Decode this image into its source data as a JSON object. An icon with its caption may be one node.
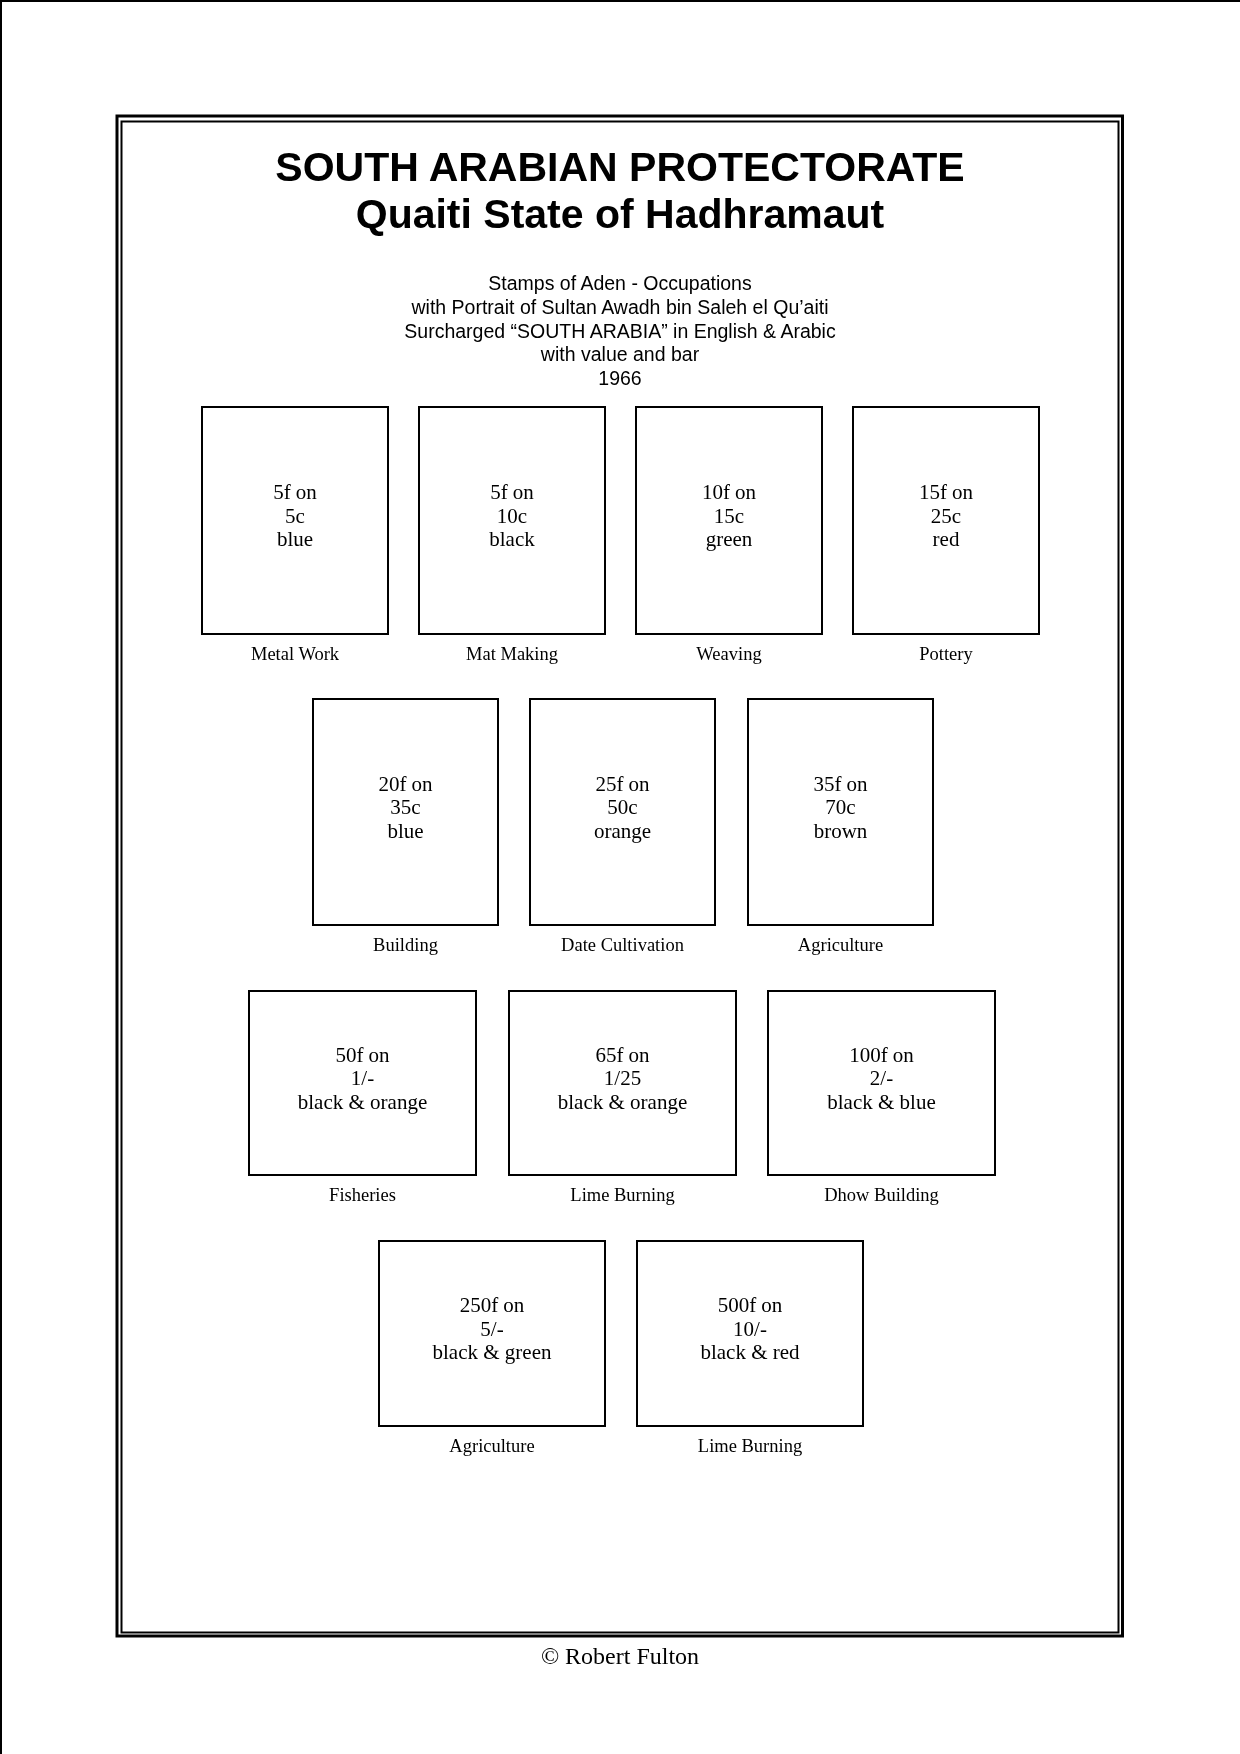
{
  "diagram": {
    "title": "SOUTH ARABIAN PROTECTORATE Quaiti State of Hadhramaut",
    "nodes": [
      {
        "text": [
          "5f on",
          "5c",
          "blue"
        ],
        "beside": [
          "Metal Work"
        ]
      },
      {
        "text": [
          "5f on",
          "10c",
          "black"
        ],
        "beside": [
          "Mat Making"
        ]
      },
      {
        "text": [
          "10f on",
          "15c",
          "green"
        ],
        "beside": [
          "Weaving"
        ]
      },
      {
        "text": [
          "15f on",
          "25c",
          "red"
        ],
        "beside": [
          "Pottery"
        ]
      },
      {
        "text": [
          "20f on",
          "35c",
          "blue"
        ],
        "beside": [
          "Building"
        ]
      },
      {
        "text": [
          "25f on",
          "50c",
          "orange"
        ],
        "beside": [
          "Date Cultivation"
        ]
      },
      {
        "text": [
          "35f on",
          "70c",
          "brown"
        ],
        "beside": [
          "Agriculture"
        ]
      },
      {
        "text": [
          "50f on",
          "1/-",
          "black & orange"
        ],
        "beside": [
          "Fisheries"
        ]
      },
      {
        "text": [
          "65f on",
          "1/25",
          "black & orange"
        ],
        "beside": [
          "Lime Burning"
        ]
      },
      {
        "text": [
          "100f on",
          "2/-",
          "black & blue"
        ],
        "beside": [
          "Dhow Building"
        ]
      },
      {
        "text": [
          "250f on",
          "5/-",
          "black & green"
        ],
        "beside": [
          "Agriculture"
        ]
      },
      {
        "text": [
          "500f on",
          "10/-",
          "black & red"
        ],
        "beside": [
          "Lime Burning"
        ]
      }
    ],
    "labels": [
      "Stamps of Aden - Occupations",
      "with Portrait of Sultan Awadh bin Saleh el Qu’aiti",
      "Surcharged “SOUTH ARABIA” in English & Arabic",
      "with value and bar",
      "1966"
    ],
    "caption": "© Robert Fulton"
  }
}
